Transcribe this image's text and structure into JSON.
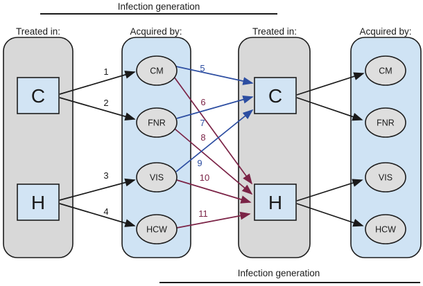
{
  "titles": {
    "top": "Infection generation",
    "bottom": "Infection generation"
  },
  "columns": [
    {
      "header": "Treated in:",
      "panel": "gray"
    },
    {
      "header": "Acquired by:",
      "panel": "blue"
    },
    {
      "header": "Treated in:",
      "panel": "gray"
    },
    {
      "header": "Acquired by:",
      "panel": "blue"
    }
  ],
  "nodes": {
    "gen1": {
      "treated": [
        "C",
        "H"
      ],
      "acquired": [
        "CM",
        "FNR",
        "VIS",
        "HCW"
      ]
    },
    "gen2": {
      "treated": [
        "C",
        "H"
      ],
      "acquired": [
        "CM",
        "FNR",
        "VIS",
        "HCW"
      ]
    }
  },
  "edges": [
    {
      "label": "1",
      "from": "C (treated, gen1)",
      "to": "CM (acquired, gen1)",
      "color": "black"
    },
    {
      "label": "2",
      "from": "C (treated, gen1)",
      "to": "FNR (acquired, gen1)",
      "color": "black"
    },
    {
      "label": "3",
      "from": "H (treated, gen1)",
      "to": "VIS (acquired, gen1)",
      "color": "black"
    },
    {
      "label": "4",
      "from": "H (treated, gen1)",
      "to": "HCW (acquired, gen1)",
      "color": "black"
    },
    {
      "label": "5",
      "from": "CM (acquired, gen1)",
      "to": "C (treated, gen2)",
      "color": "blue"
    },
    {
      "label": "6",
      "from": "CM (acquired, gen1)",
      "to": "H (treated, gen2)",
      "color": "maroon"
    },
    {
      "label": "7",
      "from": "FNR (acquired, gen1)",
      "to": "C (treated, gen2)",
      "color": "blue"
    },
    {
      "label": "8",
      "from": "FNR (acquired, gen1)",
      "to": "H (treated, gen2)",
      "color": "maroon"
    },
    {
      "label": "9",
      "from": "VIS (acquired, gen1)",
      "to": "C (treated, gen2)",
      "color": "blue"
    },
    {
      "label": "10",
      "from": "VIS (acquired, gen1)",
      "to": "H (treated, gen2)",
      "color": "maroon"
    },
    {
      "label": "11",
      "from": "HCW (acquired, gen1)",
      "to": "H (treated, gen2)",
      "color": "maroon"
    },
    {
      "label": "",
      "from": "C (treated, gen2)",
      "to": "CM (acquired, gen2)",
      "color": "black"
    },
    {
      "label": "",
      "from": "C (treated, gen2)",
      "to": "FNR (acquired, gen2)",
      "color": "black"
    },
    {
      "label": "",
      "from": "H (treated, gen2)",
      "to": "VIS (acquired, gen2)",
      "color": "black"
    },
    {
      "label": "",
      "from": "H (treated, gen2)",
      "to": "HCW (acquired, gen2)",
      "color": "black"
    }
  ],
  "colors": {
    "panel_gray": "#d8d8d8",
    "panel_blue": "#cfe3f4",
    "square_fill": "#d2e4f4",
    "ellipse_fill": "#dedede",
    "arrow_black": "#1a1a1a",
    "arrow_blue": "#2c4da1",
    "arrow_maroon": "#7b2346",
    "border": "#1c1c1c",
    "background": "#ffffff"
  }
}
